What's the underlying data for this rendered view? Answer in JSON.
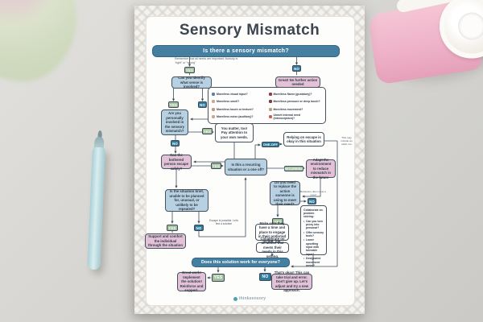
{
  "document": {
    "title": "Sensory Mismatch",
    "root_question": "Is there a sensory mismatch?",
    "root_note": "Remember that all needs are important. Nobody is \"right\" or \"wrong\"",
    "footer_brand": "thinksensory"
  },
  "labels": {
    "yes": "YES",
    "no": "NO",
    "one_off": "ONE-OFF",
    "recurring": "RECURRING"
  },
  "nodes": {
    "identify_sense": "Can you identify what sense is involved?",
    "no_further_action": "Great! No further action needed",
    "personally_involved": "Are you personally involved in the sensory mismatch?",
    "you_matter": "You matter, too! Pay attention to your own needs.",
    "escape_safely": "Can the bothered person escape safely?",
    "recurring_or_one_off": "Is this a recurring situation or a one off?",
    "relying_on_escape": "Relying on escape is okay in this situation",
    "relying_note": "This may include an adult, too",
    "adapt_environment": "Adapt the environment to reduce mismatch in the future",
    "actions_note": "Behaviors often meet a need",
    "replace_action": "Do you need to replace the action someone is using to meet their need?",
    "situation_brief": "Is the situation brief, unable to be planned for, unusual, or unlikely to be repeated?",
    "escape_possible_note": "Escape is possible. Let's find a solution",
    "support_comfort": "Support and comfort the individual through the situation",
    "time_and_place": "Make sure they have a time and place to engage in their preferred action, too.",
    "collaborate_action": "Collaborate on an action that meets their needs in this setting.",
    "collaborate_problem_title": "Collaborate on problem solving:",
    "collaborate_problem_items": [
      "Can you turn proxy into personal?",
      "Offer sensory tools?",
      "Lower upsetting input with tolerable input?",
      "Designated movement areas?"
    ],
    "solution_question": "Does this solution work for everyone?",
    "great_work": "Great work! Implement the solution! Reinforce and support.",
    "thats_okay": "That's okay! This can take trial and error. Don't give up. Let's adjust and try a new approach."
  },
  "senses": [
    {
      "icon": "eye-icon",
      "label": "More/less visual input?"
    },
    {
      "icon": "nose-icon",
      "label": "More/less smell?"
    },
    {
      "icon": "hand-icon",
      "label": "More/less touch or texture?"
    },
    {
      "icon": "ear-icon",
      "label": "More/less noise (auditory)?"
    },
    {
      "icon": "mouth-icon",
      "label": "More/less flavor (gustatory)?"
    },
    {
      "icon": "pressure-icon",
      "label": "More/less pressure or deep touch?"
    },
    {
      "icon": "movement-icon",
      "label": "More/less movement?"
    },
    {
      "icon": "body-icon",
      "label": "Unmet internal need (interoception)?"
    }
  ],
  "colors": {
    "header_teal": "#447ea1",
    "badge_green": "#a3c19e",
    "badge_teal": "#2f7b9e",
    "box_blue": "#b7d1e2",
    "box_pink": "#e3c2d7",
    "dispenser_pink": "#efb3c9",
    "pen_blue": "#c2e2e6"
  }
}
